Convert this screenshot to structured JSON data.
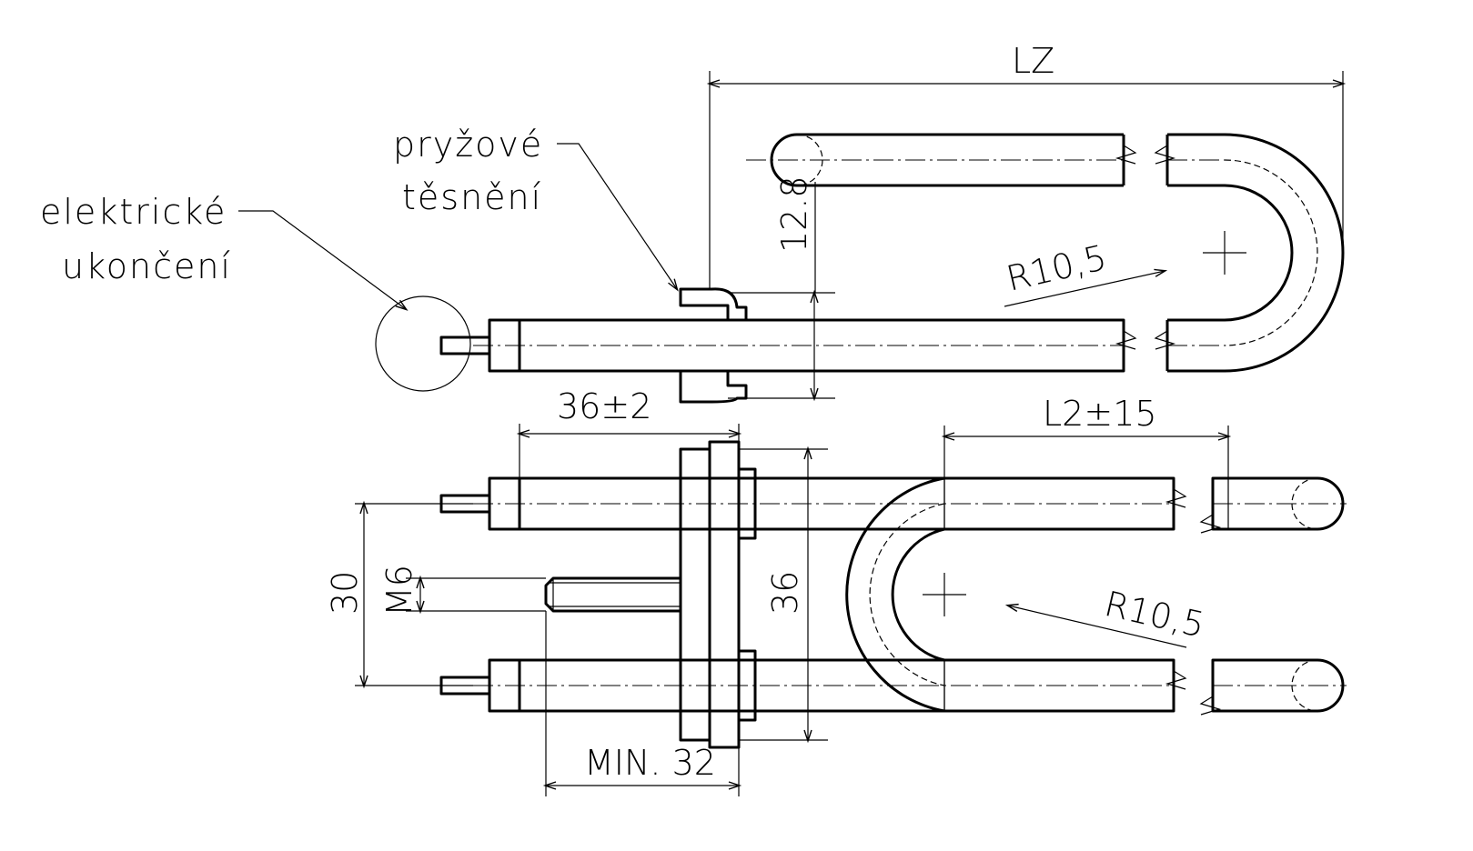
{
  "labels": {
    "electric_termination_line1": "elektrické",
    "electric_termination_line2": "ukončení",
    "rubber_seal_line1": "pryžové",
    "rubber_seal_line2": "těsnění"
  },
  "dimensions": {
    "overall_length": "LZ",
    "tube_diameter": "12.8",
    "bend_radius_top": "R10,5",
    "bend_radius_bottom": "R10,5",
    "terminal_length": "36±2",
    "leg_length": "L2±15",
    "tube_spacing": "30",
    "stud_thread": "M6",
    "flange_height": "36",
    "min_stud_length": "MIN. 32"
  }
}
